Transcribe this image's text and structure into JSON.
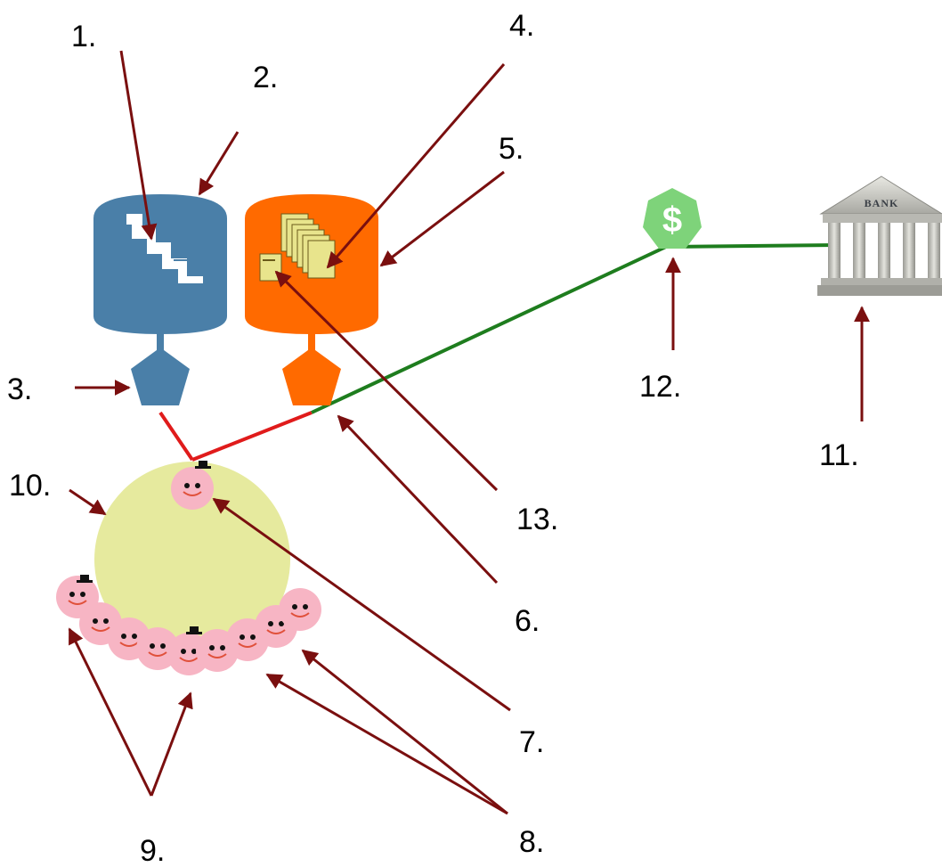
{
  "labels": {
    "n1": "1.",
    "n2": "2.",
    "n3": "3.",
    "n4": "4.",
    "n5": "5.",
    "n6": "6.",
    "n7": "7.",
    "n8": "8.",
    "n9": "9.",
    "n10": "10.",
    "n11": "11.",
    "n12": "12.",
    "n13": "13."
  },
  "bank": {
    "sign": "BANK"
  },
  "coin": {
    "symbol": "$"
  },
  "icons": {
    "blue_database": "database-stair-icon",
    "orange_database": "database-documents-icon",
    "blue_node": "pentagon-node-icon",
    "orange_node": "pentagon-node-icon",
    "cluster": "circle-cluster-icon",
    "face": "smiley-face-icon",
    "hat": "top-hat-icon",
    "coin": "dollar-coin-icon",
    "bank": "bank-building-icon"
  },
  "colors": {
    "blue_db": "#4a7fa8",
    "orange_db": "#ff6a00",
    "cluster_fill": "#e6ea9e",
    "face_fill": "#f7b5c4",
    "red_path": "#e01b1b",
    "green_path": "#1e7d1e",
    "arrow": "#7a0f0f",
    "coin_green": "#7ed37a",
    "bank_stone": "#c8c8c2"
  }
}
